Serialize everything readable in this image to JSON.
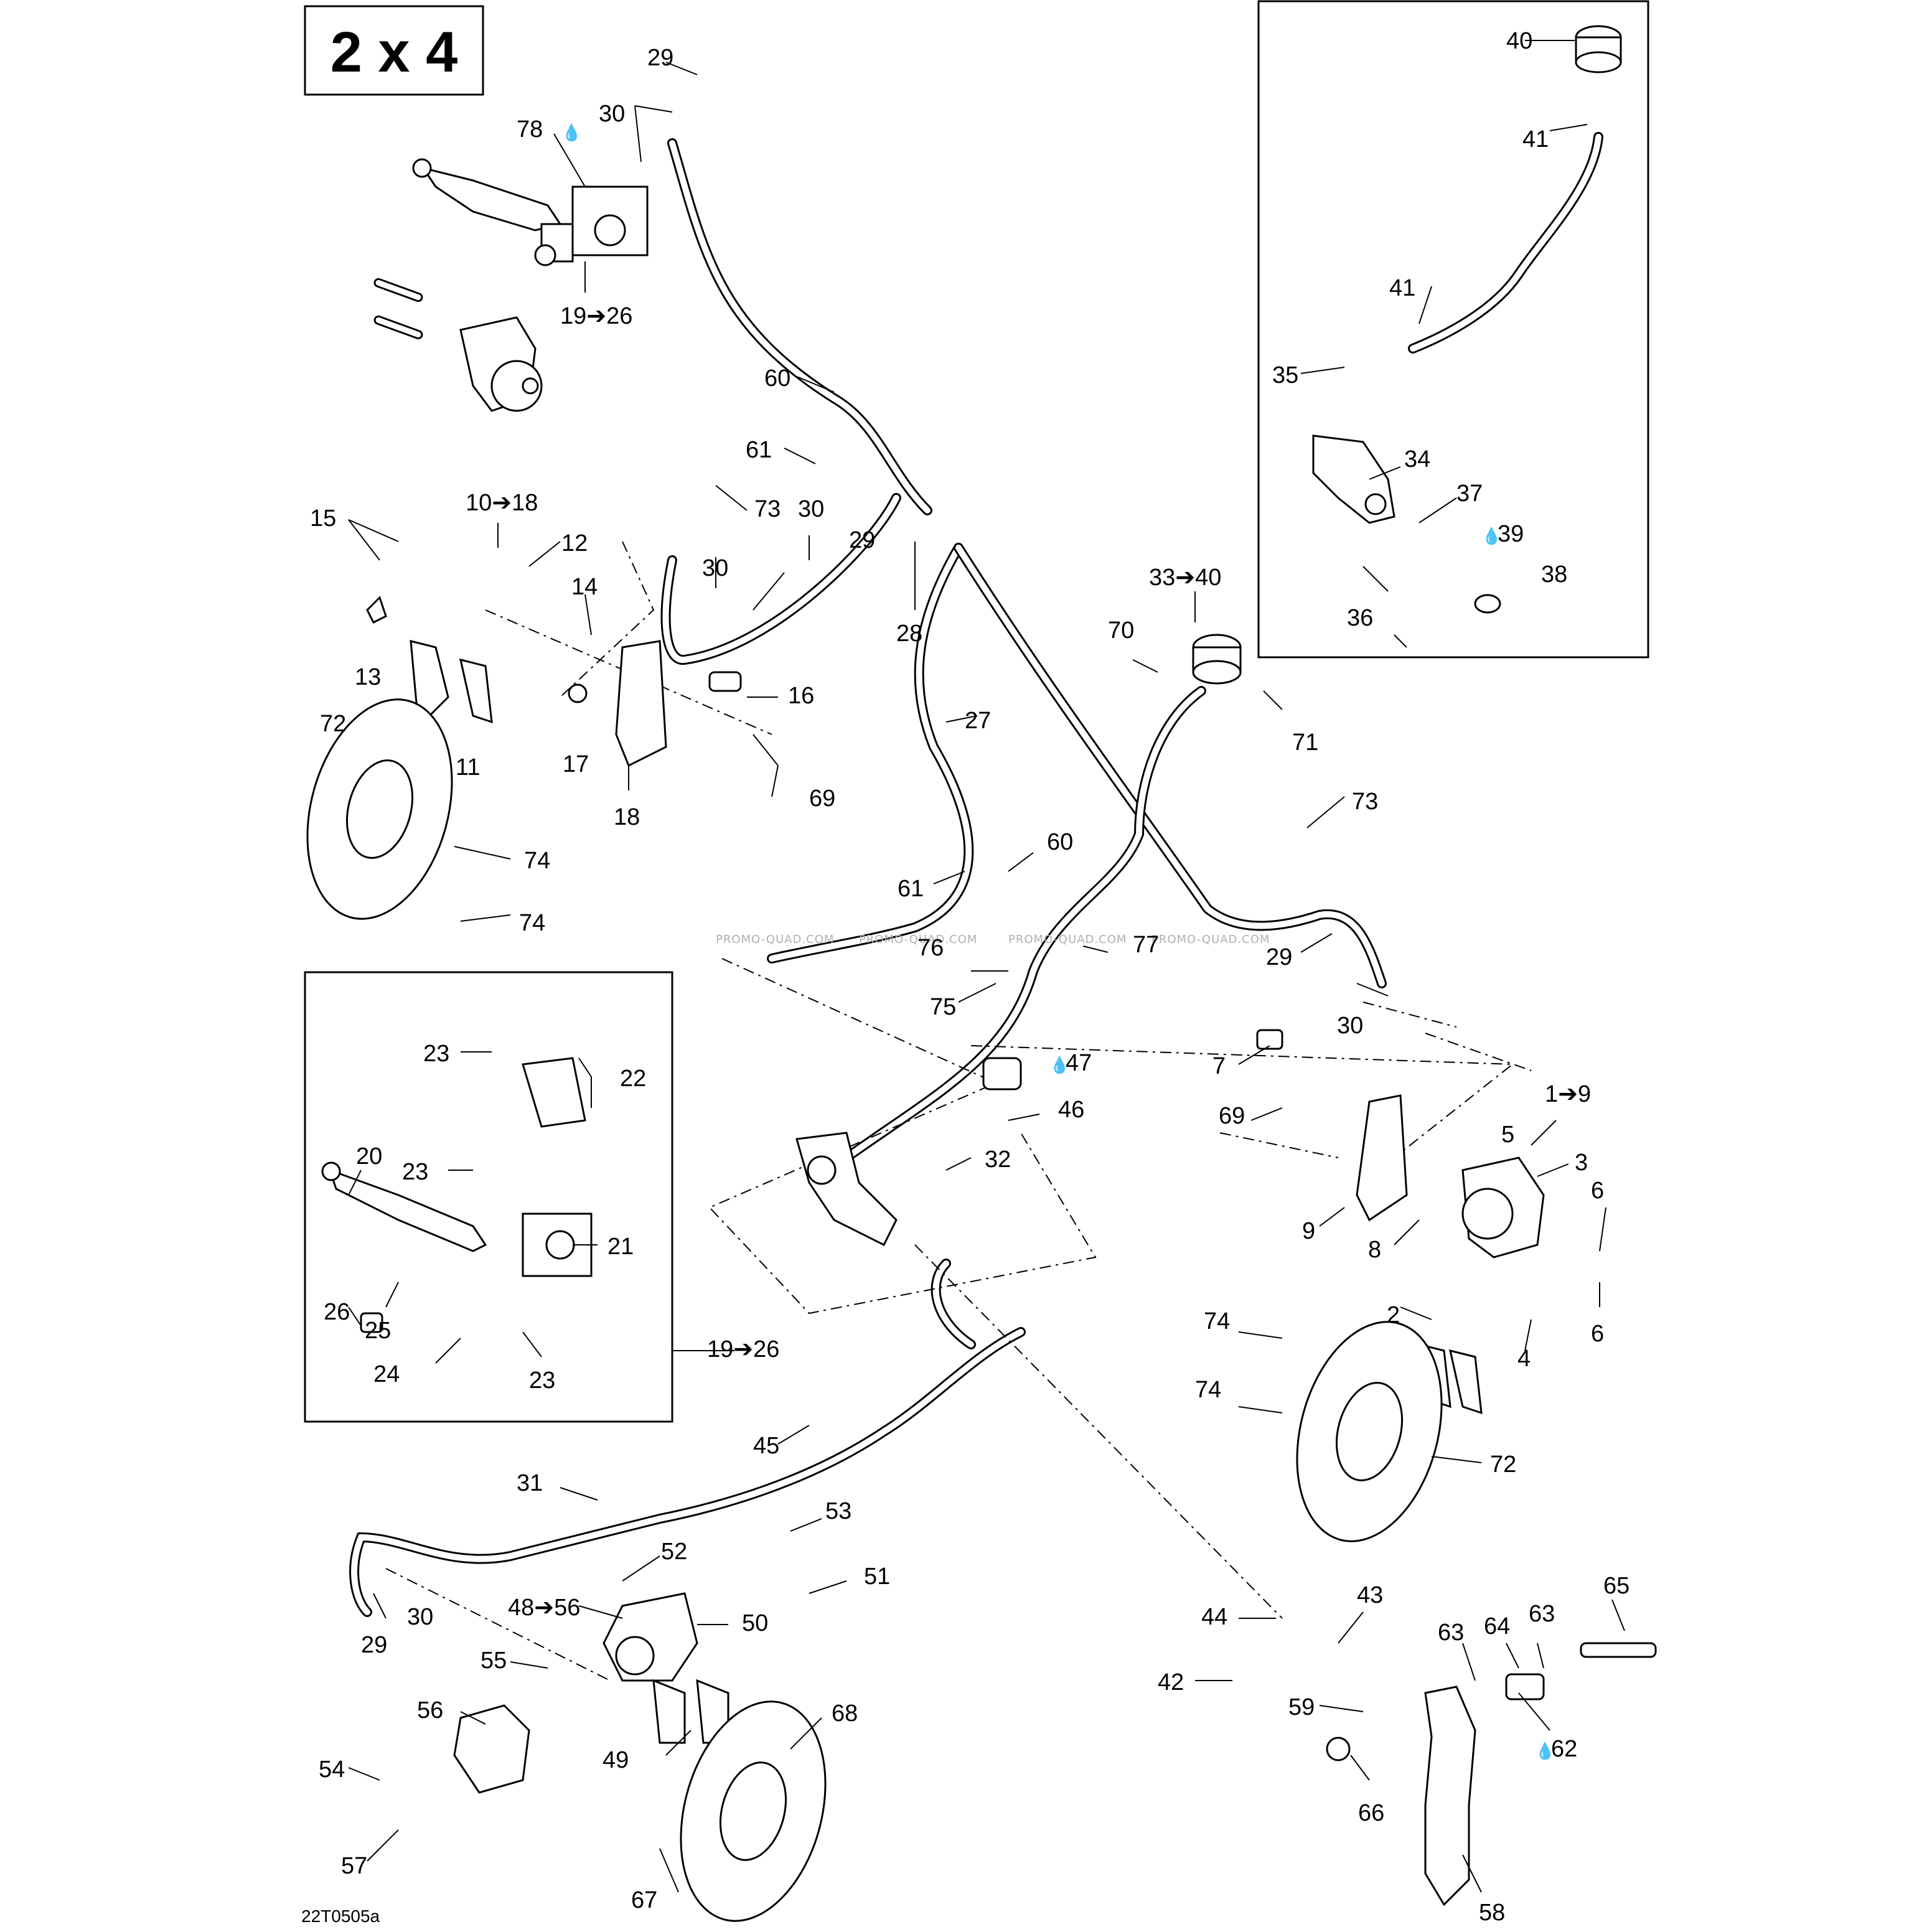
{
  "diagram": {
    "title": "2 x 4",
    "reference": "22T0505a",
    "watermark": "PROMO-QUAD.COM",
    "arrow_glyph": "➔",
    "drop_glyph": "💧",
    "labels": {
      "l29a": "29",
      "l30a": "30",
      "l78": "78",
      "l1926a": "19➔26",
      "l60a": "60",
      "l61a": "61",
      "l73a": "73",
      "l30b": "30",
      "l29b": "29",
      "l30c": "30",
      "l28": "28",
      "l15": "15",
      "l1018": "10➔18",
      "l12": "12",
      "l14": "14",
      "l13": "13",
      "l16": "16",
      "l11": "11",
      "l17": "17",
      "l18": "18",
      "l69a": "69",
      "l72a": "72",
      "l74a": "74",
      "l74b": "74",
      "l27": "27",
      "l60b": "60",
      "l61b": "61",
      "l3340": "33➔40",
      "l70": "70",
      "l71": "71",
      "l73b": "73",
      "l40": "40",
      "l41a": "41",
      "l41b": "41",
      "l35": "35",
      "l34": "34",
      "l37": "37",
      "l39": "39",
      "l38": "38",
      "l36": "36",
      "l76": "76",
      "l75": "75",
      "l77": "77",
      "l29c": "29",
      "l30d": "30",
      "l47": "47",
      "l46": "46",
      "l32": "32",
      "l7": "7",
      "l69b": "69",
      "l19": "1➔9",
      "l5": "5",
      "l3": "3",
      "l6a": "6",
      "l9": "9",
      "l8": "8",
      "l2": "2",
      "l6b": "6",
      "l4": "4",
      "l74c": "74",
      "l74d": "74",
      "l72b": "72",
      "l23a": "23",
      "l22": "22",
      "l20": "20",
      "l23b": "23",
      "l21": "21",
      "l26": "26",
      "l25": "25",
      "l24": "24",
      "l23c": "23",
      "l1926b": "19➔26",
      "l45": "45",
      "l31": "31",
      "l53": "53",
      "l52": "52",
      "l51": "51",
      "l4856": "48➔56",
      "l50": "50",
      "l29d": "29",
      "l30e": "30",
      "l55": "55",
      "l56": "56",
      "l54": "54",
      "l57": "57",
      "l49": "49",
      "l68": "68",
      "l67": "67",
      "l44": "44",
      "l43": "43",
      "l65": "65",
      "l63a": "63",
      "l64": "64",
      "l63b": "63",
      "l42": "42",
      "l59": "59",
      "l62": "62",
      "l66": "66",
      "l58": "58"
    }
  }
}
